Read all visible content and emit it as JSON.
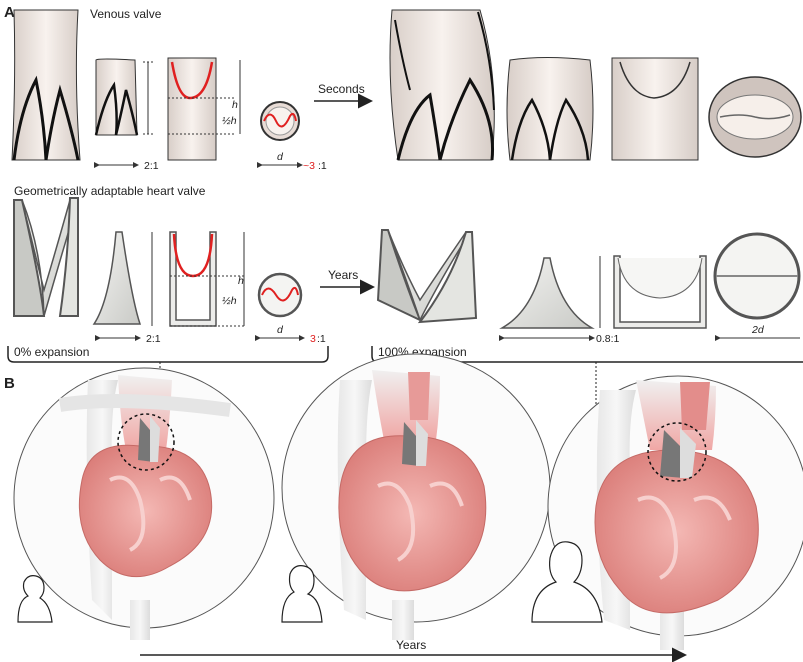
{
  "panel_a": {
    "label": "A",
    "venous": {
      "title": "Venous valve",
      "ratio_prefix": "2:1",
      "dim_h": "h",
      "dim_half_h": "½h",
      "dim_d": "d",
      "ratio_circle": "~3",
      "ratio_circle_suffix": ":1",
      "arrow_label": "Seconds"
    },
    "gahv": {
      "title": "Geometrically adaptable heart valve",
      "ratio_prefix": "2:1",
      "dim_h": "h",
      "dim_half_h": "½h",
      "dim_d": "d",
      "ratio_circle": "3",
      "ratio_circle_suffix": ":1",
      "arrow_label": "Years",
      "ratio_expanded": "0.8:1",
      "dim_2d": "2d"
    },
    "expansion_0": "0% expansion",
    "expansion_100": "100% expansion"
  },
  "panel_b": {
    "label": "B",
    "timeline_label": "Years"
  },
  "colors": {
    "red_curve": "#e02020",
    "tissue_pink": "#e98a8a",
    "vessel_grey": "#d9d9d9",
    "vein_beige": "#efe6e0"
  },
  "icons": [
    "baby-silhouette-icon",
    "child-silhouette-icon",
    "adult-silhouette-icon"
  ]
}
